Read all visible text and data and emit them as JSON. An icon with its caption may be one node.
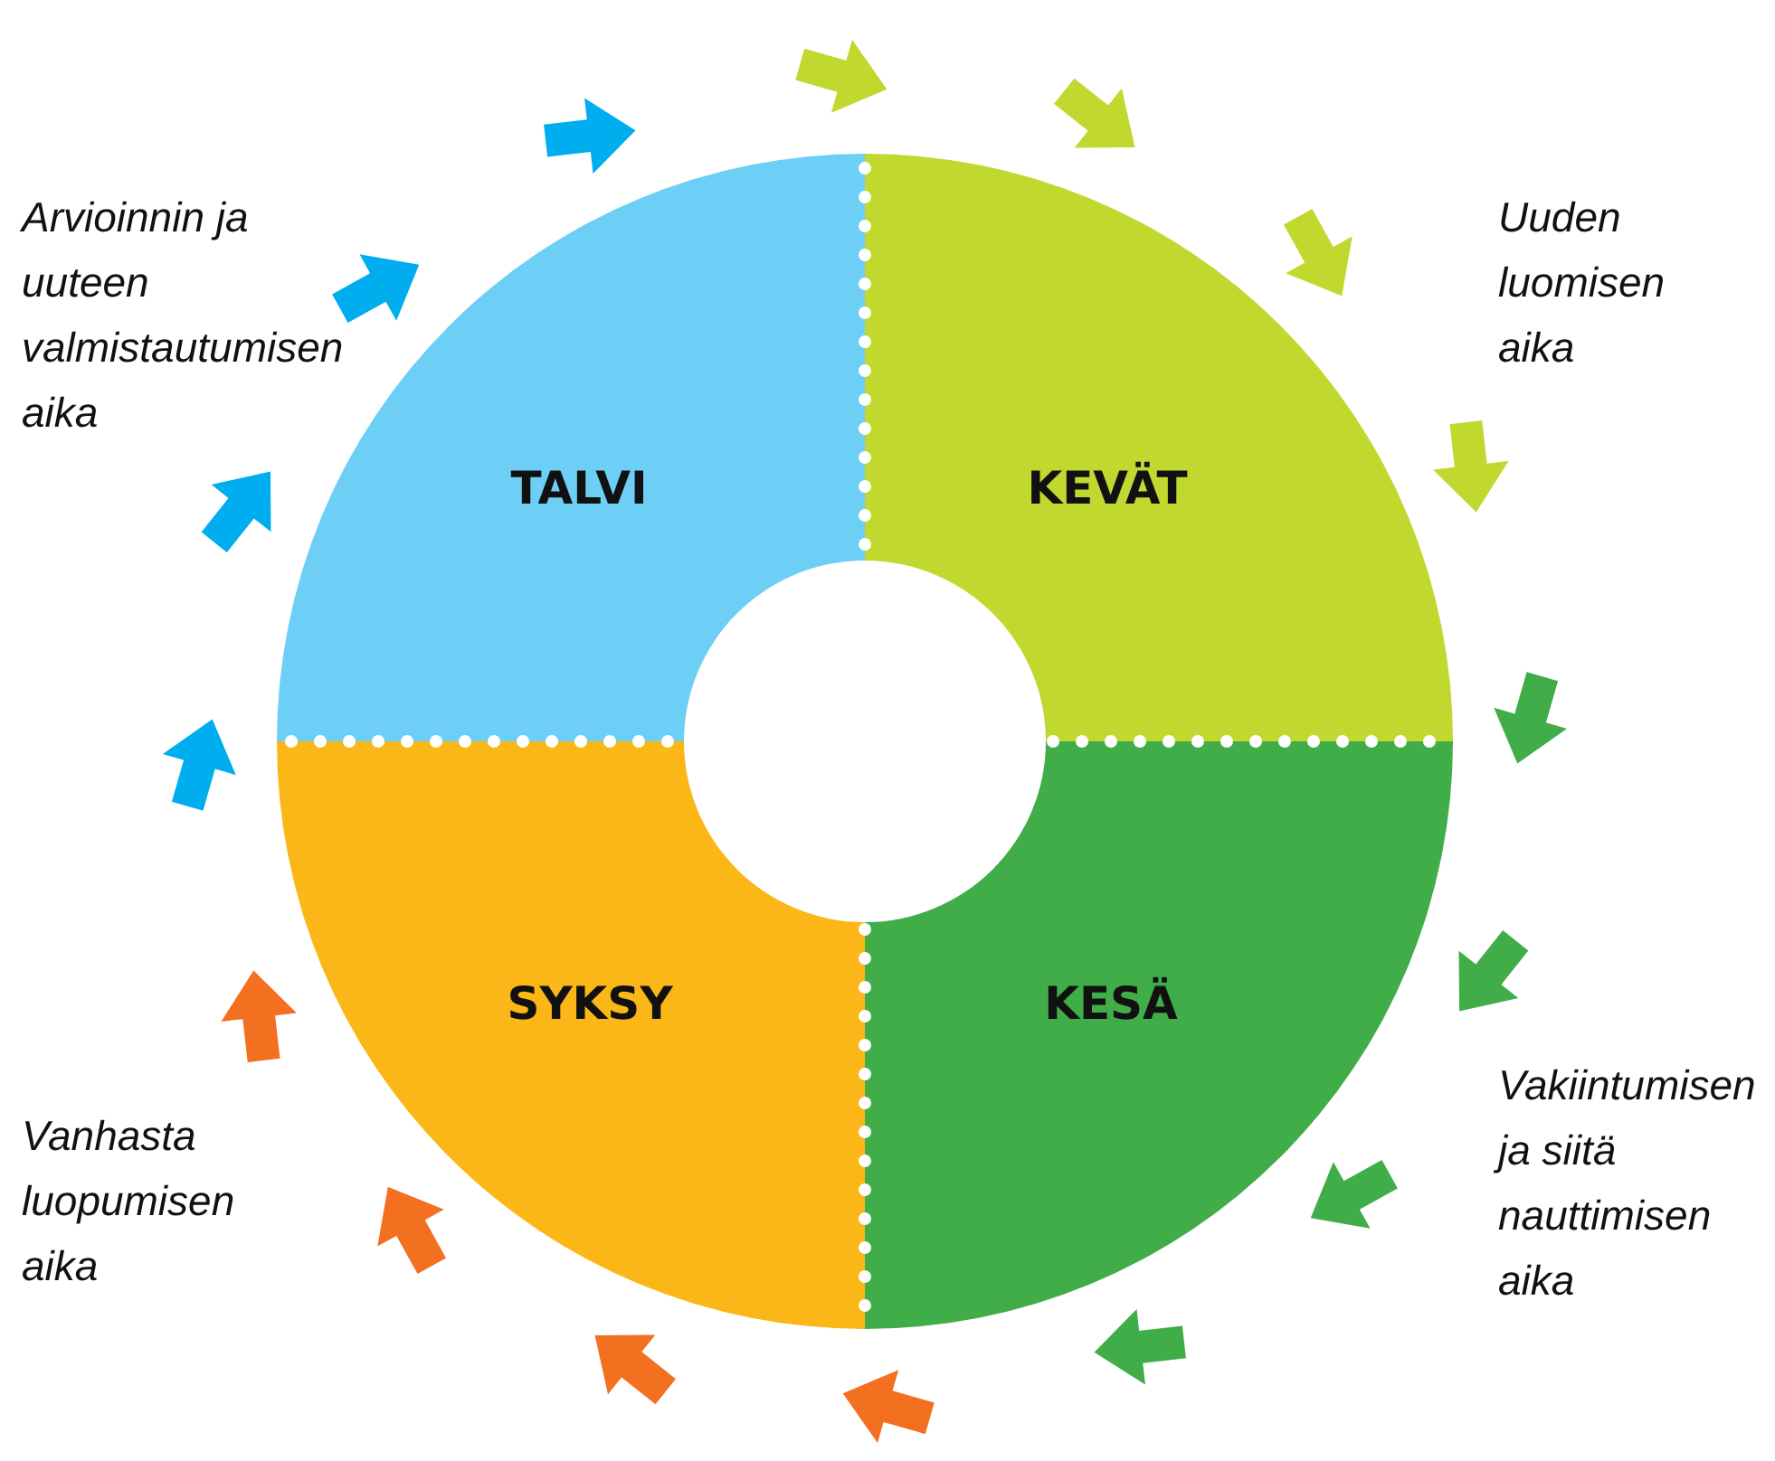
{
  "diagram": {
    "nodes": [
      {
        "text": [
          "TALVI"
        ]
      },
      {
        "text": [
          "KEVÄT"
        ]
      },
      {
        "text": [
          "SYKSY"
        ]
      },
      {
        "text": [
          "KESÄ"
        ]
      }
    ],
    "labels": [
      "Arvioinnin ja uuteen valmistautumisen aika",
      "Uuden luomisen aika",
      "Vakiintumisen ja siitä nauttimisen aika",
      "Vanhasta luopumisen aika"
    ]
  }
}
